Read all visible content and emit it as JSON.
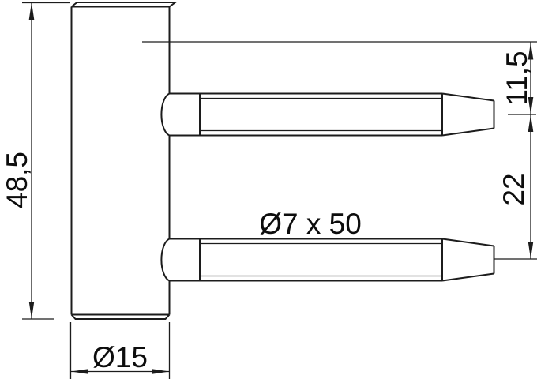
{
  "drawing": {
    "type": "technical-dimension-drawing",
    "labels": {
      "body_height": "48,5",
      "top_pin_offset": "11,5",
      "pin_spacing": "22",
      "pin_size": "Ø7 x 50",
      "body_diameter": "Ø15"
    },
    "colors": {
      "line": "#1c1c1c",
      "text": "#0d0d0d",
      "background": "#ffffff"
    }
  }
}
